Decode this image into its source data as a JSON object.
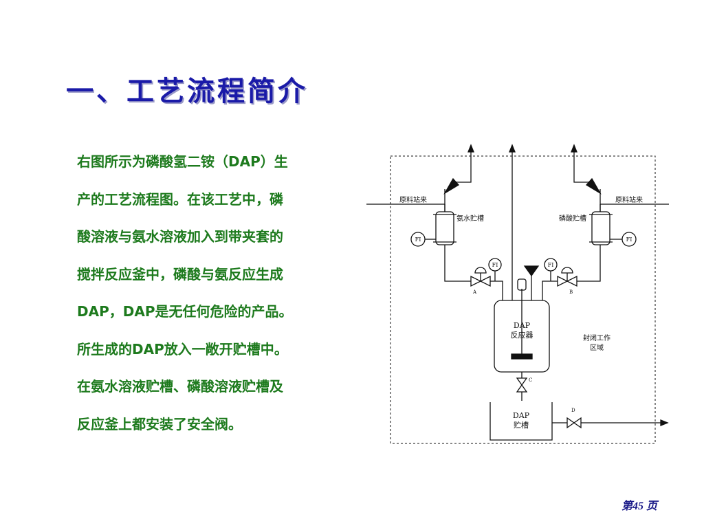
{
  "slide": {
    "title": "一、工艺流程简介",
    "paragraph_lines": [
      "右图所示为磷酸氢二铵（DAP）生",
      "产的工艺流程图。在该工艺中，磷",
      "酸溶液与氨水溶液加入到带夹套的",
      "搅拌反应釜中，磷酸与氨反应生成",
      "DAP，DAP是无任何危险的产品。",
      "所生成的DAP放入一敞开贮槽中。",
      "在氨水溶液贮槽、磷酸溶液贮槽及",
      "反应釜上都安装了安全阀。"
    ],
    "page_number": "第45 页"
  },
  "diagram": {
    "raw_material_left": "原料站来",
    "raw_material_right": "原料站来",
    "ammonia_tank": "氨水贮槽",
    "phosphoric_tank": "磷酸贮槽",
    "reactor_line1": "DAP",
    "reactor_line2": "反应器",
    "storage_line1": "DAP",
    "storage_line2": "贮槽",
    "enclosed_line1": "封闭工作",
    "enclosed_line2": "区域",
    "fi_left": "FI",
    "fi_right": "FI",
    "fi_valve_a": "FI",
    "fi_valve_b": "FI",
    "valve_a": "A",
    "valve_b": "B",
    "valve_c": "C",
    "valve_d": "D"
  },
  "colors": {
    "title": "#1a1aa8",
    "body_text": "#1d7a1d",
    "page_number": "#1a1a88"
  }
}
